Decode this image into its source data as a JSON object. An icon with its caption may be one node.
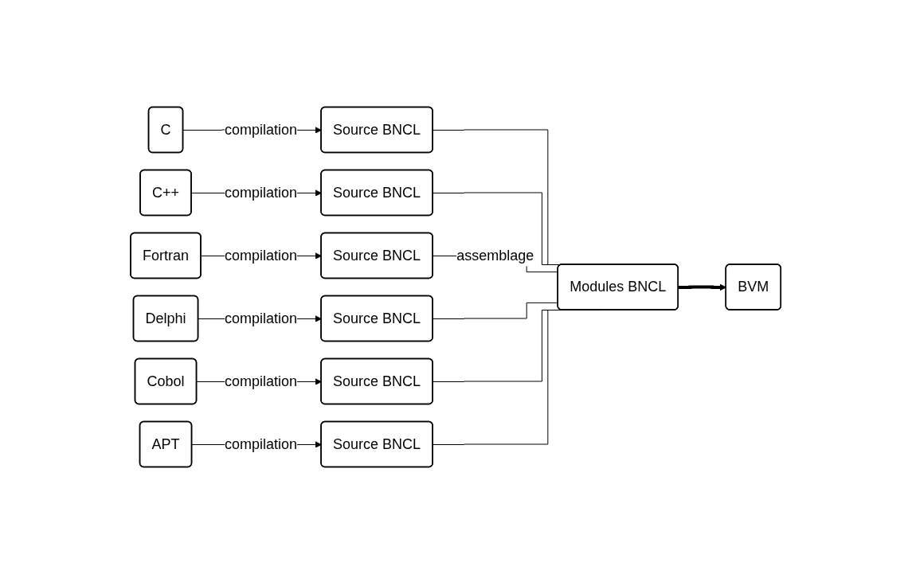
{
  "diagram": {
    "nodes": [
      {
        "text": [
          "C"
        ]
      },
      {
        "text": [
          "C++"
        ]
      },
      {
        "text": [
          "Fortran"
        ]
      },
      {
        "text": [
          "Delphi"
        ]
      },
      {
        "text": [
          "Cobol"
        ]
      },
      {
        "text": [
          "APT"
        ]
      },
      {
        "text": [
          "Source BNCL"
        ]
      },
      {
        "text": [
          "Source BNCL"
        ]
      },
      {
        "text": [
          "Source BNCL"
        ]
      },
      {
        "text": [
          "Source BNCL"
        ]
      },
      {
        "text": [
          "Source BNCL"
        ]
      },
      {
        "text": [
          "Source BNCL"
        ]
      },
      {
        "text": [
          "Modules BNCL"
        ]
      },
      {
        "text": [
          "BVM"
        ]
      }
    ],
    "edges": [
      {
        "from": 0,
        "to": 6,
        "label": "compilation",
        "arrow": "to"
      },
      {
        "from": 1,
        "to": 7,
        "label": "compilation",
        "arrow": "to"
      },
      {
        "from": 2,
        "to": 8,
        "label": "compilation",
        "arrow": "to"
      },
      {
        "from": 3,
        "to": 9,
        "label": "compilation",
        "arrow": "to"
      },
      {
        "from": 4,
        "to": 10,
        "label": "compilation",
        "arrow": "to"
      },
      {
        "from": 5,
        "to": 11,
        "label": "compilation",
        "arrow": "to"
      },
      {
        "from": 6,
        "to": 12,
        "arrow": "none"
      },
      {
        "from": 7,
        "to": 12,
        "arrow": "none"
      },
      {
        "from": 8,
        "to": 12,
        "label": "assemblage",
        "arrow": "none"
      },
      {
        "from": 9,
        "to": 12,
        "arrow": "none"
      },
      {
        "from": 10,
        "to": 12,
        "arrow": "none"
      },
      {
        "from": 11,
        "to": 12,
        "arrow": "none"
      },
      {
        "from": 12,
        "to": 13,
        "arrow": "to",
        "style": "thick"
      }
    ]
  }
}
